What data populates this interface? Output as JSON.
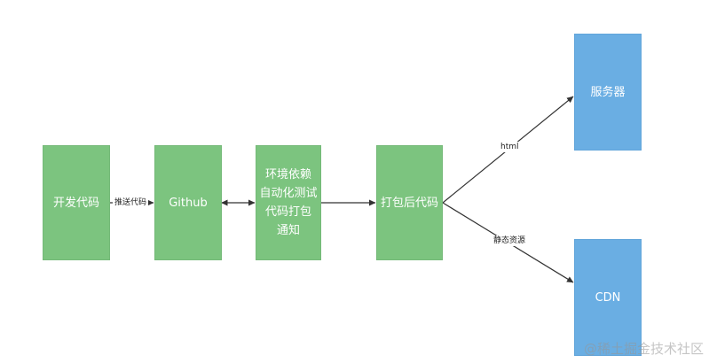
{
  "nodes": {
    "dev_code": {
      "label": "开发代码"
    },
    "github": {
      "label": "Github"
    },
    "ci_step": {
      "lines": [
        "环境依赖",
        "自动化测试",
        "代码打包",
        "通知"
      ]
    },
    "packaged": {
      "label": "打包后代码"
    },
    "server": {
      "label": "服务器"
    },
    "cdn": {
      "label": "CDN"
    }
  },
  "edges": {
    "push": {
      "label": "推送代码"
    },
    "html": {
      "label": "html"
    },
    "static": {
      "label": "静态资源"
    }
  },
  "watermark": "@稀土掘金技术社区",
  "colors": {
    "green": "#7cc47f",
    "blue": "#6aaee3",
    "arrow": "#333333"
  }
}
